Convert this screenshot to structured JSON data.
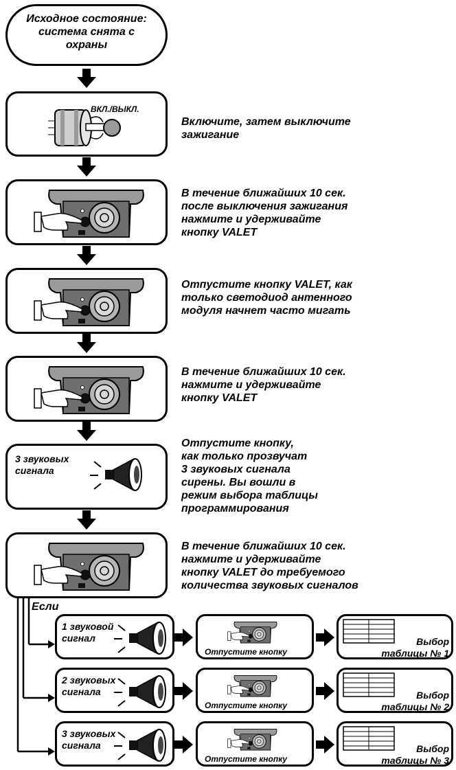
{
  "start": {
    "text": "Исходное состояние:\nсистема снята с\nохраны"
  },
  "steps": [
    {
      "instruction": "Включите, затем выключите\nзажигание",
      "label": "ВКЛ./ВЫКЛ."
    },
    {
      "instruction": "В течение ближайших 10 сек.\nпосле выключения зажигания\nнажмите и удерживайте\nкнопку VALET"
    },
    {
      "instruction": "Отпустите кнопку VALET, как\nтолько светодиод антенного\nмодуля начнет часто мигать"
    },
    {
      "instruction": "В течение ближайших 10 сек.\nнажмите и удерживайте\nкнопку VALET"
    },
    {
      "instruction": "Отпустите кнопку,\nкак только прозвучат\n3 звуковых сигнала\nсирены. Вы вошли в\nрежим выбора таблицы\nпрограммирования",
      "label": "3 звуковых\nсигнала"
    },
    {
      "instruction": "В течение ближайших 10 сек.\nнажмите и удерживайте\nкнопку VALET до требуемого\nколичества звуковых сигналов"
    }
  ],
  "branch_label": "Если",
  "branches": [
    {
      "signal": "1 звуковой\nсигнал",
      "release": "Отпустите кнопку",
      "result": "Выбор\nтаблицы № 1"
    },
    {
      "signal": "2 звуковых\nсигнала",
      "release": "Отпустите кнопку",
      "result": "Выбор\nтаблицы № 2"
    },
    {
      "signal": "3 звуковых\nсигнала",
      "release": "Отпустите кнопку",
      "result": "Выбор\nтаблицы № 3"
    }
  ]
}
